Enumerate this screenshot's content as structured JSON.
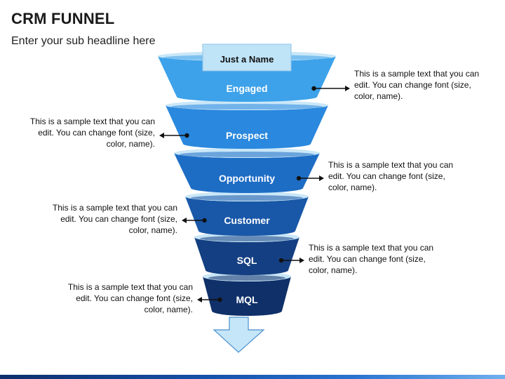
{
  "title": "CRM FUNNEL",
  "subtitle": "Enter your sub headline here",
  "top_label": "Just a Name",
  "stages": [
    {
      "label": "Engaged",
      "color": "#3da2ea"
    },
    {
      "label": "Prospect",
      "color": "#2a88de"
    },
    {
      "label": "Opportunity",
      "color": "#1e6dc5"
    },
    {
      "label": "Customer",
      "color": "#1958a8"
    },
    {
      "label": "SQL",
      "color": "#143f82"
    },
    {
      "label": "MQL",
      "color": "#0f3068"
    }
  ],
  "notes": [
    {
      "text": "This is a sample text that you can edit. You can change font (size, color, name).",
      "side": "right"
    },
    {
      "text": "This is a sample text that you can edit. You can change font (size, color, name).",
      "side": "left"
    },
    {
      "text": "This is a sample text that you can edit. You can change font (size, color, name).",
      "side": "right"
    },
    {
      "text": "This is a sample text that you can edit. You can change font (size, color, name).",
      "side": "left"
    },
    {
      "text": "This is a sample text that you can edit. You can change font (size, color, name).",
      "side": "right"
    },
    {
      "text": "This is a sample text that you can edit. You can change font (size, color, name).",
      "side": "left"
    }
  ],
  "colors": {
    "inner_light": "#bfe3f7",
    "arrow_fill": "#c5e6f8",
    "arrow_stroke": "#4a8fd0",
    "connector": "#111111"
  }
}
